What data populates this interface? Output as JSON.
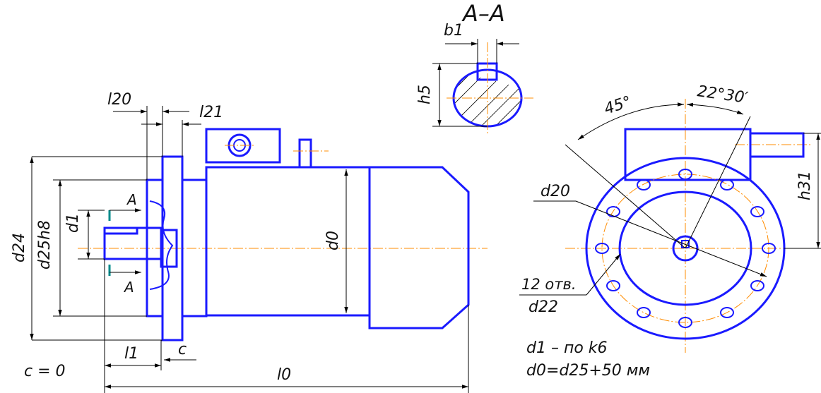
{
  "section_title": "A–A",
  "labels": {
    "b1": "b1",
    "h5": "h5",
    "l20": "l20",
    "l21": "l21",
    "d24": "d24",
    "d25": "d25",
    "h8": "h8",
    "d1": "d1",
    "d0": "d0",
    "cut_upper": "A",
    "cut_lower": "A",
    "l1": "l1",
    "c": "c",
    "l0": "l0",
    "angle_45": "45°",
    "angle_22": "22°30′",
    "d20": "d20",
    "d22": "d22",
    "holes": "12 отв.",
    "h31": "h31"
  },
  "notes": {
    "c_eq": "c = 0",
    "d1_line": "d1 – по k6",
    "d0_line": "d0=d25+50 мм"
  },
  "colors": {
    "object_line": "#1a1aff",
    "center_line": "#ff8c00",
    "dimension_line": "#000000",
    "section_marker": "#008b8b"
  }
}
